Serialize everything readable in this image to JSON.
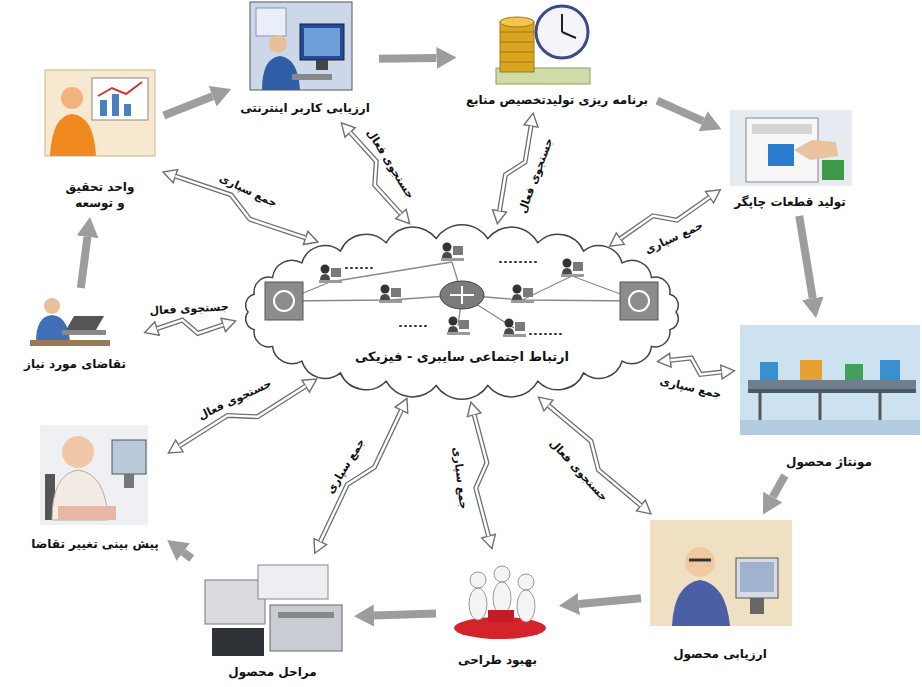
{
  "diagram": {
    "nodes": [
      {
        "text": [
          "واحد تحقیق و توسعه"
        ]
      },
      {
        "text": [
          "ارزیابی کاربر اینترنتی"
        ]
      },
      {
        "text": [
          "برنامه ریزی تولیدتخصیص منابع"
        ]
      },
      {
        "text": [
          "تولید قطعات چاپگر"
        ]
      },
      {
        "text": [
          "مونتاژ محصول"
        ]
      },
      {
        "text": [
          "ارزیابی محصول"
        ]
      },
      {
        "text": [
          "بهبود طراحی"
        ]
      },
      {
        "text": [
          "مراحل محصول"
        ]
      },
      {
        "text": [
          "پیش بینی تغییر تقاضا"
        ]
      },
      {
        "text": [
          "تقاضای مورد نیاز"
        ]
      },
      {
        "text": [
          "ارتباط اجتماعی سایبری - فیزیکی"
        ]
      }
    ],
    "edges": [
      {
        "from": 9,
        "to": 0,
        "arrow": "to"
      },
      {
        "from": 0,
        "to": 1,
        "arrow": "to"
      },
      {
        "from": 1,
        "to": 2,
        "arrow": "to"
      },
      {
        "from": 2,
        "to": 3,
        "arrow": "to"
      },
      {
        "from": 3,
        "to": 4,
        "arrow": "to"
      },
      {
        "from": 4,
        "to": 5,
        "arrow": "to"
      },
      {
        "from": 5,
        "to": 6,
        "arrow": "to"
      },
      {
        "from": 6,
        "to": 7,
        "arrow": "to"
      },
      {
        "from": 7,
        "to": 8,
        "arrow": "to"
      },
      {
        "from": 0,
        "to": 10,
        "label": "جمع سپاری",
        "arrow": "both"
      },
      {
        "from": 1,
        "to": 10,
        "label": "جستجوی فعال",
        "arrow": "both"
      },
      {
        "from": 2,
        "to": 10,
        "label": "جستجوی فعال",
        "arrow": "both"
      },
      {
        "from": 3,
        "to": 10,
        "label": "جمع سپاری",
        "arrow": "both"
      },
      {
        "from": 4,
        "to": 10,
        "label": "جمع سپاری",
        "arrow": "both"
      },
      {
        "from": 5,
        "to": 10,
        "label": "جستجوی فعال",
        "arrow": "both"
      },
      {
        "from": 6,
        "to": 10,
        "label": "جمع سپاری",
        "arrow": "both"
      },
      {
        "from": 7,
        "to": 10,
        "label": "جمع سپاری",
        "arrow": "both"
      },
      {
        "from": 8,
        "to": 10,
        "label": "جستجوی فعال",
        "arrow": "both"
      },
      {
        "from": 9,
        "to": 10,
        "label": "جستجوی فعال",
        "arrow": "both"
      }
    ]
  }
}
